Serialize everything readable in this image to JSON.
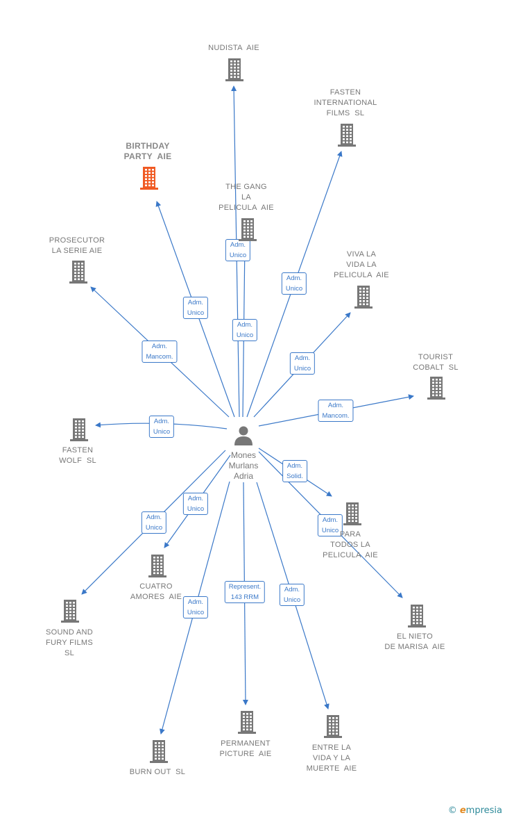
{
  "center": {
    "label": "Mones\nMurlans\nAdria"
  },
  "colors": {
    "edge": "#3a78c8",
    "building": "#777777",
    "highlight": "#f05a23"
  },
  "nodes": [
    {
      "id": "nudista",
      "label": "NUDISTA  AIE",
      "highlight": false
    },
    {
      "id": "fasten-international",
      "label": "FASTEN\nINTERNATIONAL\nFILMS  SL",
      "highlight": false
    },
    {
      "id": "birthday-party",
      "label": "BIRTHDAY\nPARTY  AIE",
      "highlight": true
    },
    {
      "id": "the-gang",
      "label": "THE GANG\nLA\nPELICULA  AIE",
      "highlight": false
    },
    {
      "id": "prosecutor",
      "label": "PROSECUTOR\nLA SERIE AIE",
      "highlight": false
    },
    {
      "id": "viva-la-vida",
      "label": "VIVA LA\nVIDA LA\nPELICULA  AIE",
      "highlight": false
    },
    {
      "id": "tourist-cobalt",
      "label": "TOURIST\nCOBALT  SL",
      "highlight": false
    },
    {
      "id": "fasten-wolf",
      "label": "FASTEN\nWOLF  SL",
      "highlight": false
    },
    {
      "id": "para-todos",
      "label": "PARA\nTODOS LA\nPELICULA  AIE",
      "highlight": false
    },
    {
      "id": "cuatro-amores",
      "label": "CUATRO\nAMORES  AIE",
      "highlight": false
    },
    {
      "id": "sound-and-fury",
      "label": "SOUND AND\nFURY FILMS\nSL",
      "highlight": false
    },
    {
      "id": "el-nieto",
      "label": "EL NIETO\nDE MARISA  AIE",
      "highlight": false
    },
    {
      "id": "burn-out",
      "label": "BURN OUT  SL",
      "highlight": false
    },
    {
      "id": "permanent-picture",
      "label": "PERMANENT\nPICTURE  AIE",
      "highlight": false
    },
    {
      "id": "entre-la-vida",
      "label": "ENTRE LA\nVIDA Y LA\nMUERTE  AIE",
      "highlight": false
    }
  ],
  "edges": [
    {
      "to": "nudista",
      "label": "Adm.\nUnico"
    },
    {
      "to": "fasten-international",
      "label": "Adm.\nUnico"
    },
    {
      "to": "birthday-party",
      "label": "Adm.\nUnico"
    },
    {
      "to": "the-gang",
      "label": "Adm.\nUnico"
    },
    {
      "to": "prosecutor",
      "label": "Adm.\nMancom."
    },
    {
      "to": "viva-la-vida",
      "label": "Adm.\nUnico"
    },
    {
      "to": "tourist-cobalt",
      "label": "Adm.\nMancom."
    },
    {
      "to": "fasten-wolf",
      "label": "Adm.\nUnico"
    },
    {
      "to": "para-todos",
      "label": "Adm.\nSolid."
    },
    {
      "to": "cuatro-amores",
      "label": "Adm.\nUnico"
    },
    {
      "to": "sound-and-fury",
      "label": "Adm.\nUnico"
    },
    {
      "to": "el-nieto",
      "label": "Adm.\nUnico"
    },
    {
      "to": "burn-out",
      "label": "Adm.\nUnico"
    },
    {
      "to": "permanent-picture",
      "label": "Represent.\n143 RRM"
    },
    {
      "to": "entre-la-vida",
      "label": "Adm.\nUnico"
    }
  ],
  "watermark": {
    "symbol": "©",
    "brand_initial": "e",
    "brand_rest": "mpresia"
  }
}
